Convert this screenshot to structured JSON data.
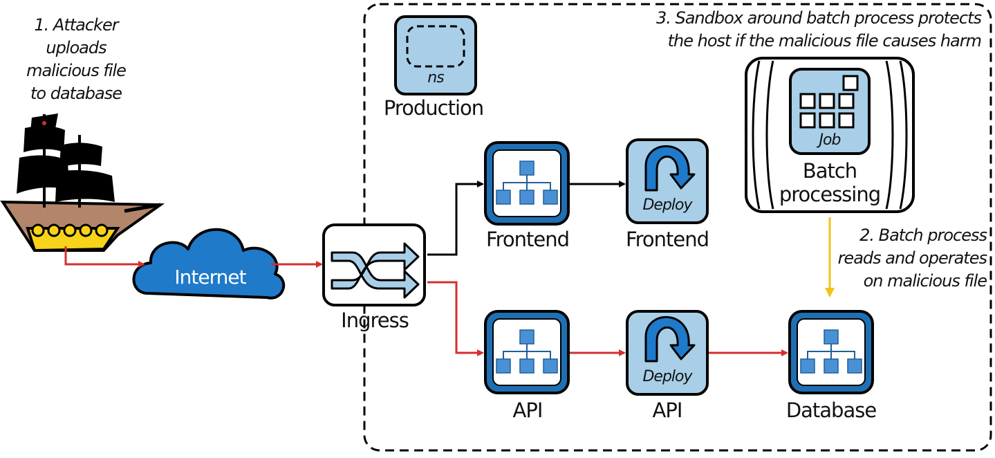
{
  "annotations": {
    "attacker": [
      "1. Attacker",
      "uploads",
      "malicious file",
      "to database"
    ],
    "batch_reads": [
      "2. Batch process",
      "reads and operates",
      "on malicious file"
    ],
    "sandbox": [
      "3. Sandbox around batch process protects",
      "the host if the malicious file causes harm"
    ]
  },
  "nodes": {
    "internet": "Internet",
    "ingress": "Ingress",
    "namespace_icon": "ns",
    "namespace_label": "Production",
    "frontend_service": "Frontend",
    "frontend_deploy_icon": "Deploy",
    "frontend_deploy": "Frontend",
    "api_service": "API",
    "api_deploy_icon": "Deploy",
    "api_deploy": "API",
    "database": "Database",
    "job_icon": "Job",
    "batch_line1": "Batch",
    "batch_line2": "processing"
  },
  "colors": {
    "attack_path": "#d32f2f",
    "normal_path": "#000000",
    "batch_read_path": "#f2c318",
    "icon_fill": "#a9cfe8",
    "icon_border": "#1f6fb2",
    "cloud_fill": "#1f7ac9",
    "sandbox_border": "#000000"
  },
  "icons": [
    "pirate-ship-icon",
    "cloud-icon",
    "ingress-icon",
    "namespace-icon",
    "service-icon",
    "deployment-icon",
    "job-icon"
  ]
}
